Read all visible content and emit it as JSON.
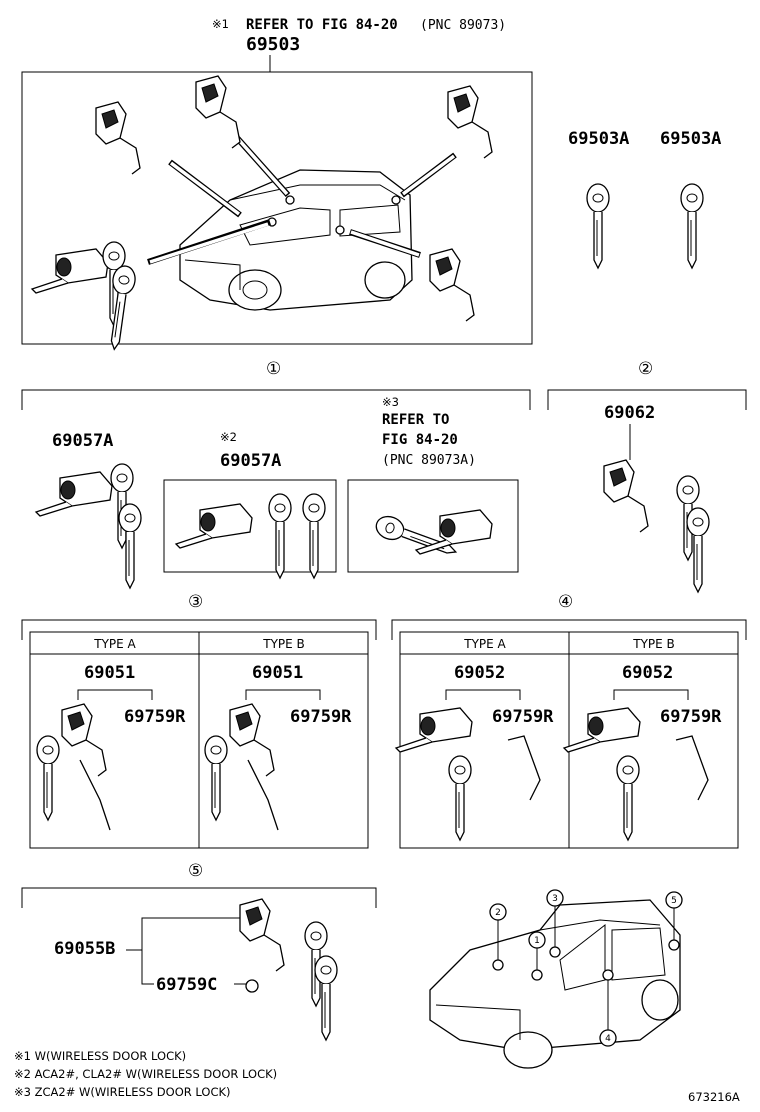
{
  "header": {
    "note_mark": "※1",
    "refer_text": "REFER TO FIG 84-20",
    "pnc_text": "(PNC 89073)",
    "main_part": "69503"
  },
  "keys_right": {
    "left": "69503A",
    "right": "69503A"
  },
  "circles": {
    "c1": "①",
    "c2": "②",
    "c3": "③",
    "c4": "④",
    "c5": "⑤"
  },
  "section1": {
    "left_part": "69057A",
    "mid_note": "※2",
    "mid_part": "69057A",
    "right_note": "※3",
    "right_ref1": "REFER TO",
    "right_ref2": "FIG 84-20",
    "right_pnc": "(PNC 89073A)"
  },
  "section2": {
    "part": "69062"
  },
  "section3": {
    "type_a": "TYPE A",
    "type_b": "TYPE B",
    "a_part": "69051",
    "a_sub": "69759R",
    "b_part": "69051",
    "b_sub": "69759R"
  },
  "section4": {
    "type_a": "TYPE A",
    "type_b": "TYPE B",
    "a_part": "69052",
    "a_sub": "69759R",
    "b_part": "69052",
    "b_sub": "69759R"
  },
  "section5": {
    "part": "69055B",
    "sub": "69759C"
  },
  "locator": {
    "l1": "1",
    "l2": "2",
    "l3": "3",
    "l4": "4",
    "l5": "5"
  },
  "footnotes": [
    "※1 W(WIRELESS DOOR LOCK)",
    "※2 ACA2#, CLA2# W(WIRELESS DOOR LOCK)",
    "※3 ZCA2# W(WIRELESS DOOR LOCK)"
  ],
  "diagram_id": "673216A"
}
